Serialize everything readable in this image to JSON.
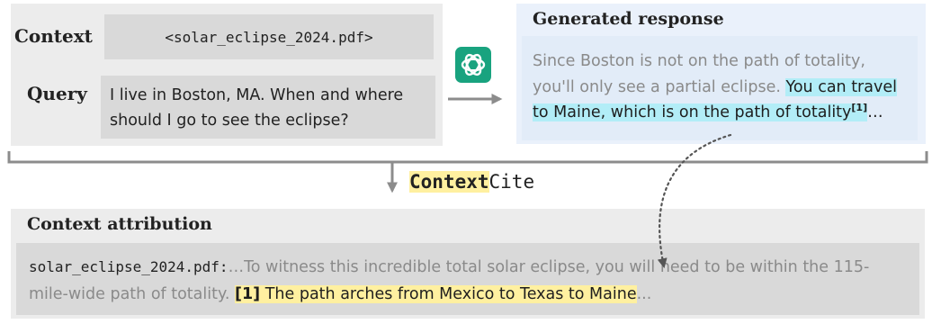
{
  "input": {
    "context_label": "Context",
    "context_file": "<solar_eclipse_2024.pdf>",
    "query_label": "Query",
    "query_text": "I live in Boston, MA. When and where should I go to see the eclipse?"
  },
  "response": {
    "title": "Generated response",
    "text_plain": "Since Boston is not on the path of totality, you'll only see a partial eclipse. ",
    "text_highlighted": "You can travel to Maine, which is on the path of totality",
    "citation_marker": "[1]",
    "ellipsis": "…"
  },
  "method": {
    "name_strong": "Context",
    "name_rest": "Cite"
  },
  "attribution": {
    "title": "Context attribution",
    "source_name": "solar_eclipse_2024.pdf:",
    "text_before": "…To witness this incredible total solar eclipse, you will need to be within the 115-mile-wide path of totality. ",
    "citation_marker": "[1]",
    "text_highlighted": " The path arches from Mexico to Texas to Maine",
    "ellipsis": "..."
  },
  "icons": {
    "chat_logo": "openai-logo-icon",
    "arrow_right": "arrow-right-icon",
    "arrow_down": "arrow-down-icon"
  },
  "colors": {
    "highlight_yellow": "#fff0a0",
    "highlight_cyan": "#b2edf7",
    "logo_green": "#19a37f"
  }
}
